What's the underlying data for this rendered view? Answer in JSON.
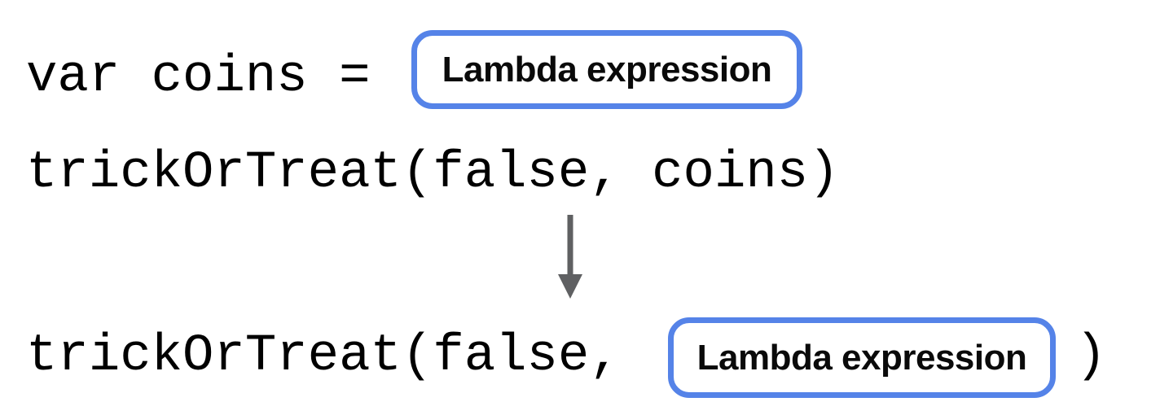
{
  "colors": {
    "background": "#FFFFFF",
    "code_text": "#000000",
    "label_text": "#0A0A0A",
    "chip_border": "#5583E8",
    "arrow": "#5F6062"
  },
  "code": {
    "var_declaration": "var coins =",
    "call_with_variable": "trickOrTreat(false, coins)",
    "call_prefix": "trickOrTreat(false,",
    "closing_paren": ")"
  },
  "chips": {
    "top": {
      "label": "Lambda expression"
    },
    "bottom": {
      "label": "Lambda expression"
    }
  },
  "icons": {
    "arrow": "down-arrow-icon"
  }
}
